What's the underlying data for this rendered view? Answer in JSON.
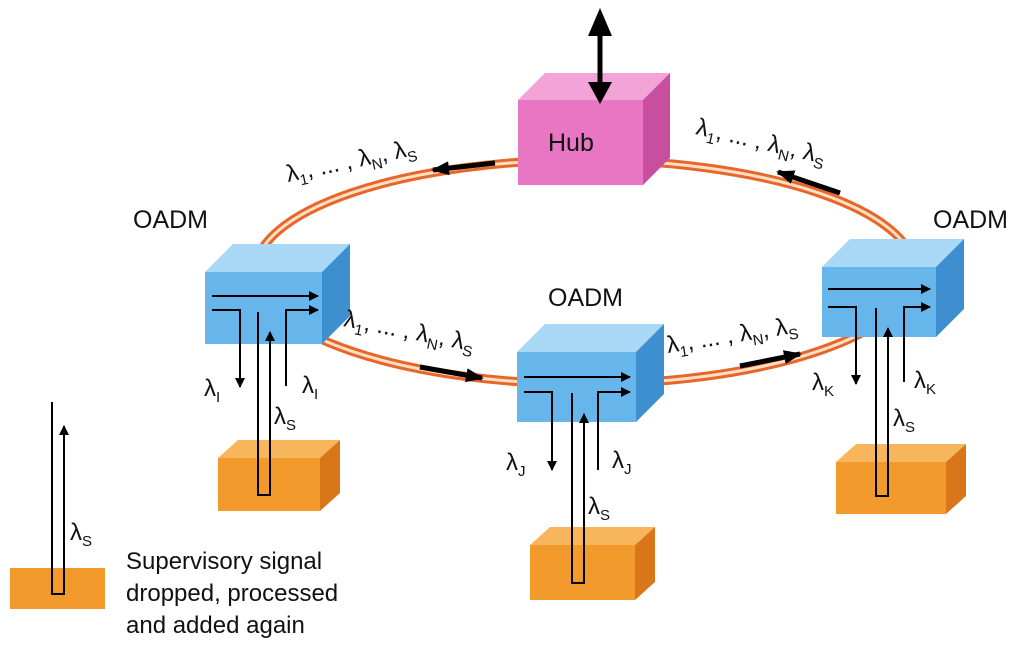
{
  "hub": {
    "label": "Hub"
  },
  "oadm": {
    "left": {
      "label": "OADM"
    },
    "center": {
      "label": "OADM"
    },
    "right": {
      "label": "OADM"
    }
  },
  "ring_labels": {
    "top_left": {
      "main": "λ",
      "s1": "1",
      "mid": ", ... , λ",
      "sN": "N",
      "comma": ", λ",
      "sS": "S"
    },
    "top_right": {
      "main": "λ",
      "s1": "1",
      "mid": ", ... , λ",
      "sN": "N",
      "comma": ", λ",
      "sS": "S"
    },
    "bottom_left": {
      "main": "λ",
      "s1": "1",
      "mid": ", ... , λ",
      "sN": "N",
      "comma": ", λ",
      "sS": "S"
    },
    "bottom_right": {
      "main": "λ",
      "s1": "1",
      "mid": ", ... , λ",
      "sN": "N",
      "comma": ", λ",
      "sS": "S"
    }
  },
  "drop_add": {
    "left": {
      "drop": "λ",
      "drop_sub": "I",
      "add": "λ",
      "add_sub": "I",
      "sup": "λ",
      "sup_sub": "S"
    },
    "center": {
      "drop": "λ",
      "drop_sub": "J",
      "add": "λ",
      "add_sub": "J",
      "sup": "λ",
      "sup_sub": "S"
    },
    "right": {
      "drop": "λ",
      "drop_sub": "K",
      "add": "λ",
      "add_sub": "K",
      "sup": "λ",
      "sup_sub": "S"
    }
  },
  "legend": {
    "symbol": "λ",
    "symbol_sub": "S",
    "lines": [
      "Supervisory signal",
      "dropped, processed",
      "and added again"
    ]
  },
  "colors": {
    "ring": "#f07a3a",
    "ring_light": "#fcd9b8",
    "hub": "#e86fc0",
    "oadm": "#5fb2ea",
    "local": "#f39a2c"
  }
}
